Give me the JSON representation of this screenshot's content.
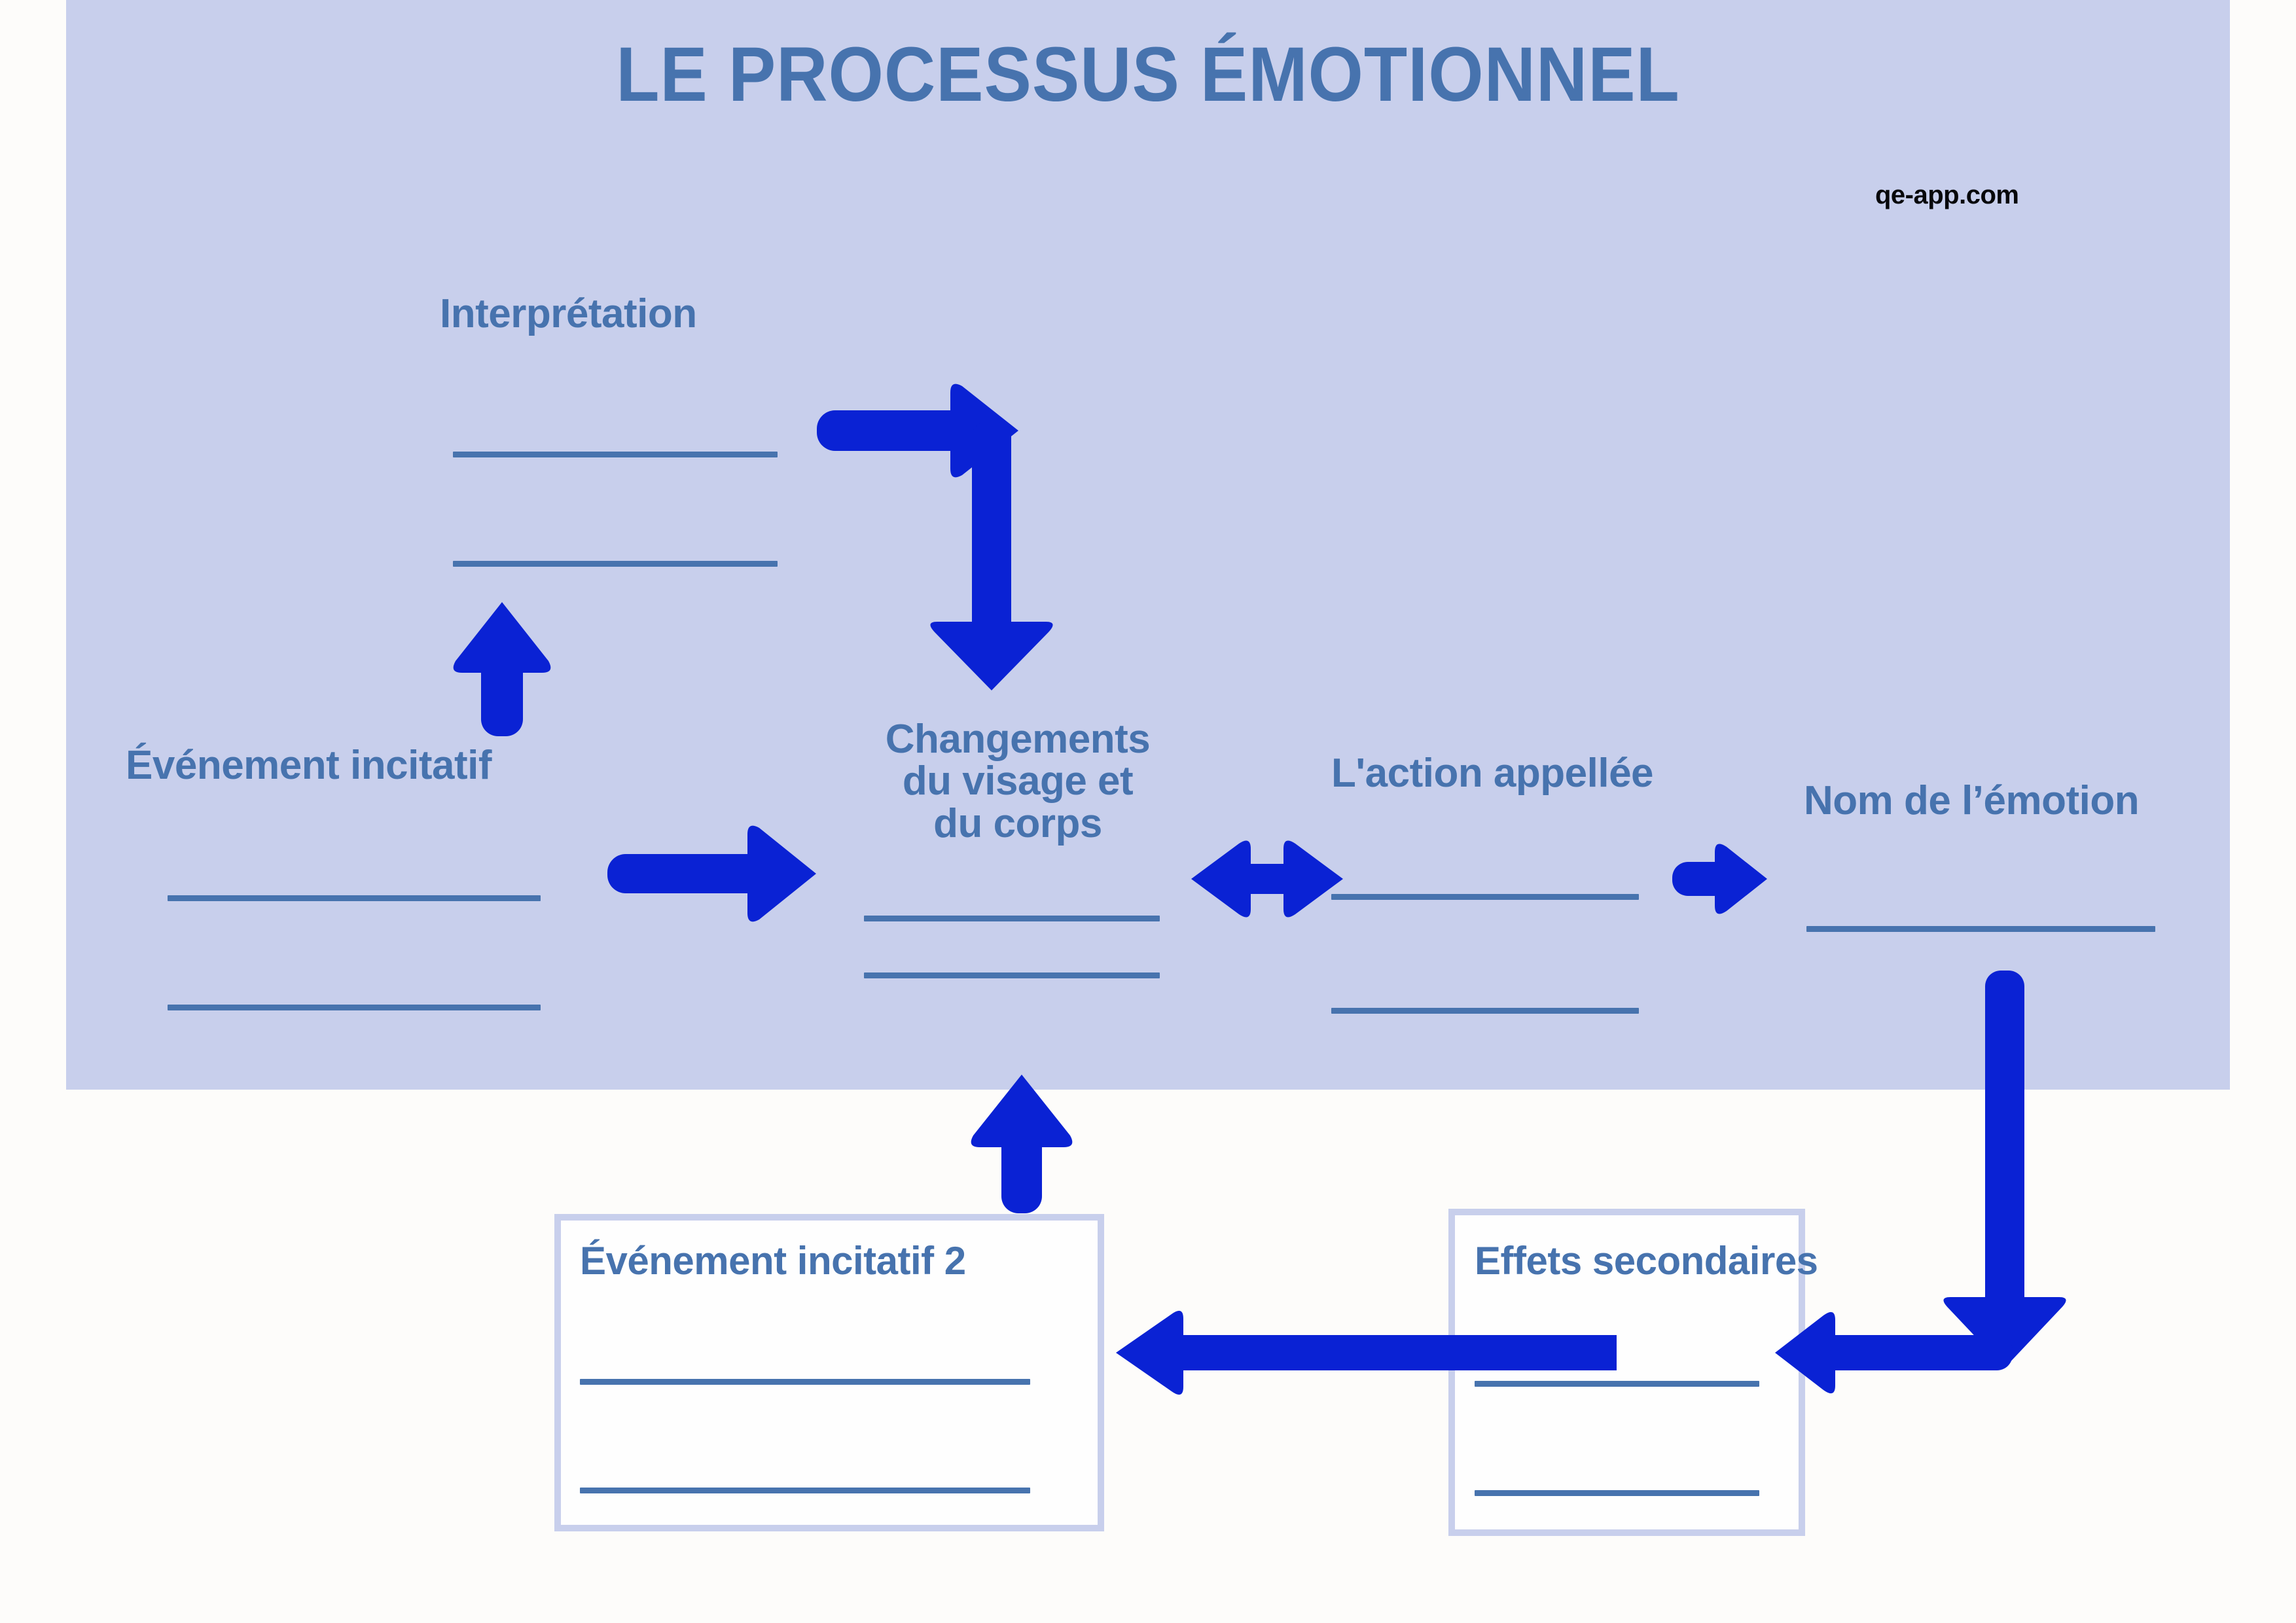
{
  "page": {
    "background": "#FDFCFA",
    "panel_color": "#C8CFEC",
    "text_color": "#4773AE",
    "arrow_color": "#0A22D4",
    "box_border_color": "#C8CFEC",
    "box_fill": "#FEFEFE"
  },
  "header": {
    "title": "LE PROCESSUS ÉMOTIONNEL",
    "watermark": "qe-app.com"
  },
  "nodes": {
    "interpretation": {
      "label": "Interprétation",
      "lines": 2
    },
    "evenement_incitatif": {
      "label": "Événement incitatif",
      "lines": 2
    },
    "changements": {
      "label_line1": "Changements",
      "label_line2": "du visage et",
      "label_line3": "du corps",
      "lines": 2
    },
    "action_appellee": {
      "label": "L'action appellée",
      "lines": 2
    },
    "nom_emotion": {
      "label": "Nom de l’émotion",
      "lines": 1
    }
  },
  "boxes": {
    "evenement_incitatif_2": {
      "title": "Événement  incitatif  2",
      "lines": 2
    },
    "effets_secondaires": {
      "title": "Effets     secondaires",
      "lines": 2
    }
  },
  "arrows": [
    {
      "name": "arrow-evenement-to-interpretation",
      "direction": "up"
    },
    {
      "name": "arrow-interpretation-to-right",
      "direction": "right"
    },
    {
      "name": "arrow-interpretation-down-to-changements",
      "direction": "down"
    },
    {
      "name": "arrow-evenement-to-changements",
      "direction": "right"
    },
    {
      "name": "arrow-changements-action-bidirectional",
      "direction": "both"
    },
    {
      "name": "arrow-action-to-nom-emotion",
      "direction": "right"
    },
    {
      "name": "arrow-nom-emotion-down",
      "direction": "down"
    },
    {
      "name": "arrow-effets-to-evenement2",
      "direction": "left"
    },
    {
      "name": "arrow-evenement2-up-to-changements",
      "direction": "up"
    }
  ]
}
